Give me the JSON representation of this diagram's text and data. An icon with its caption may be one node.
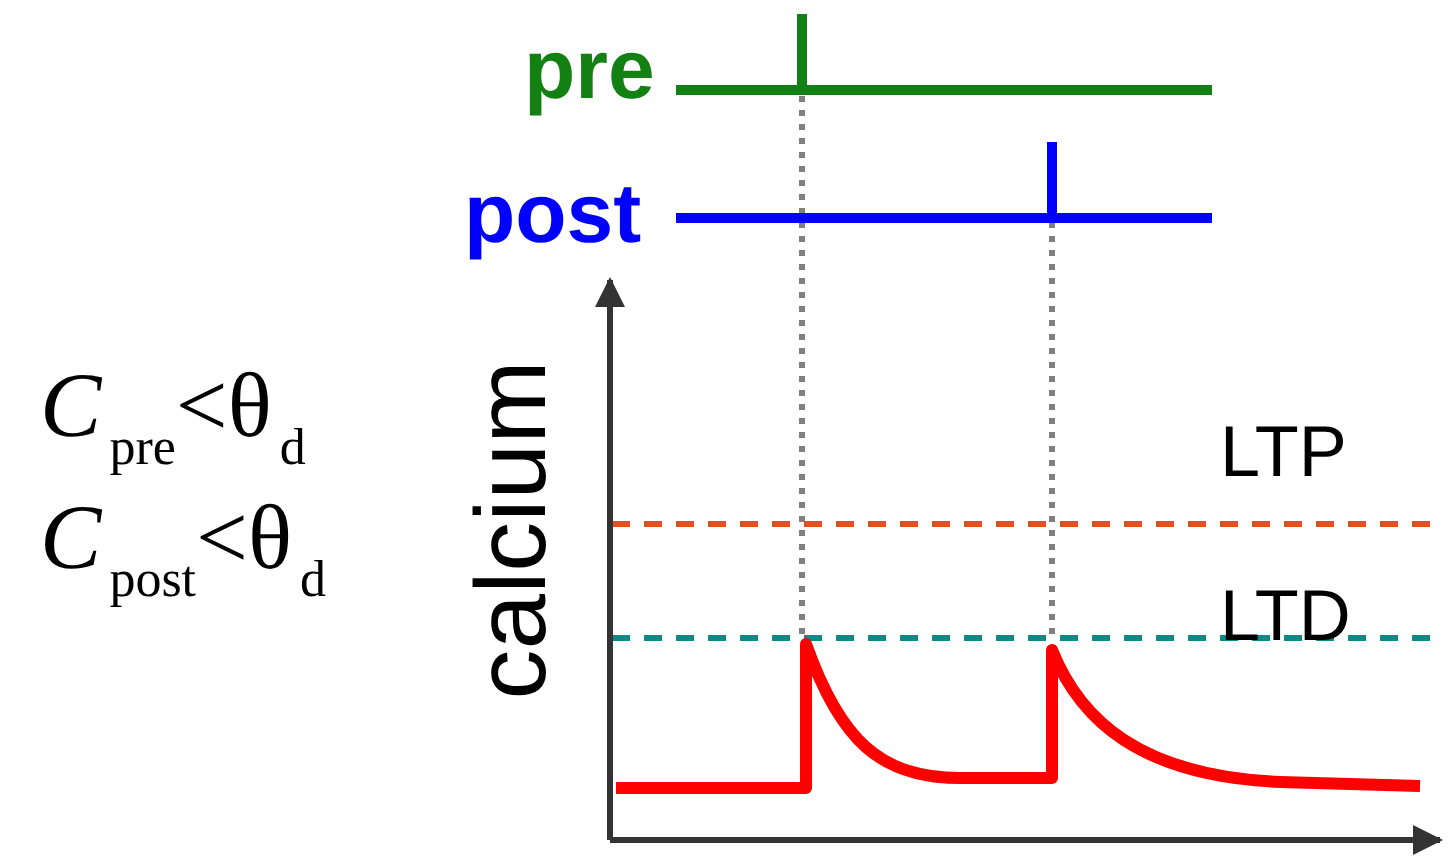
{
  "diagram": {
    "labels": [
      "pre",
      "post",
      "*C*$_{pre}$<θ$_{d}$",
      "*C*$_{post}$<θ$_{d}$",
      "calcium",
      "LTP",
      "LTD"
    ]
  }
}
